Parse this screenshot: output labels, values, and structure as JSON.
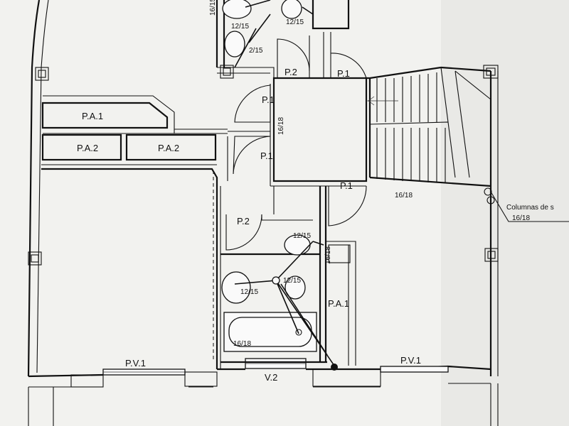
{
  "labels": {
    "pa1_top": "P.A.1",
    "pa2_left": "P.A.2",
    "pa2_mid": "P.A.2",
    "p2_top": "P.2",
    "p1_top": "P.1",
    "p1_left": "P.1",
    "p1_mid": "P.1",
    "p1_bottom": "P.1",
    "p2_mid": "P.2",
    "pa1_right": "P.A.1",
    "pv1_left": "P.V.1",
    "pv1_right": "P.V.1",
    "v2": "V.2"
  },
  "dimensions": {
    "d_1615": "16/15",
    "d_1215_a": "12/15",
    "d_1215_b": "12/15",
    "d_1215_c": "2/15",
    "d_1618_v": "16/18",
    "d_1618_stair": "16/18",
    "d_1215_wc": "12/15",
    "d_1618_b": "16/18",
    "d_1215_sink": "12/15",
    "d_1215_bidet": "12/15",
    "d_1618_tub": "16/18"
  },
  "annotation": {
    "columns_text": "Columnas de s",
    "columns_size": "16/18"
  }
}
